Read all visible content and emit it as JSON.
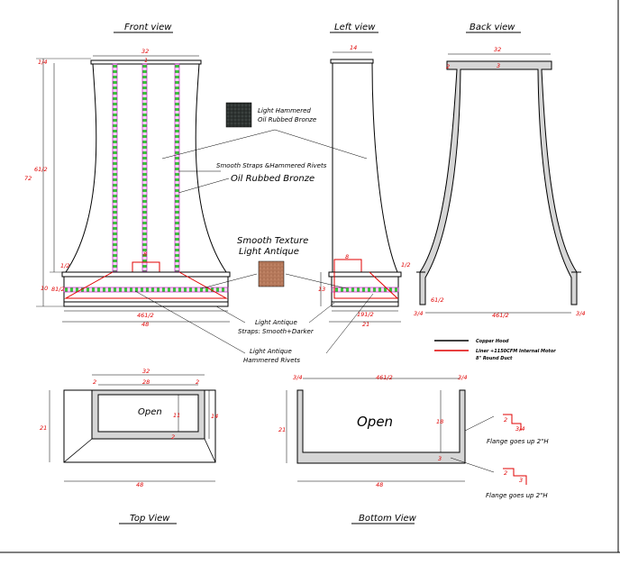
{
  "views": {
    "front": "Front view",
    "left": "Left view",
    "back": "Back view",
    "top": "Top View",
    "bottom": "Bottom View"
  },
  "labels": {
    "finish_name_1": "Light Hammered",
    "finish_name_2": "Oil Rubbed Bronze",
    "straps_1": "Smooth Straps &Hammered Rivets",
    "straps_2": "Oil Rubbed Bronze",
    "texture_1": "Smooth Texture",
    "texture_2": "Light Antique",
    "antique_straps_1": "Light Antique",
    "antique_straps_2": "Straps: Smooth+Darker",
    "antique_rivets_1": "Light Antique",
    "antique_rivets_2": "Hammered Rivets",
    "open": "Open",
    "flange_1": "Flange goes up 2\"H",
    "flange_2": "Flange goes up 2\"H"
  },
  "legend": {
    "copper": "Copper Hood",
    "liner_1": "Liner +1150CFM Internal Motor",
    "liner_2": "8\" Round Duct"
  },
  "dims": {
    "front_top": "32",
    "front_top_small": "1",
    "front_height_top": "1/4",
    "front_height_main": "61/2",
    "front_height_total": "72",
    "front_collar": "8",
    "front_lower_small": "1/2",
    "front_band": "10",
    "front_band_inner": "81/2",
    "front_base_inner": "461/2",
    "front_base": "48",
    "left_top": "14",
    "left_collar": "8",
    "left_lower_small": "1/2",
    "left_band": "13",
    "left_base_inner": "191/2",
    "left_base": "21",
    "back_top": "32",
    "back_top_thick": "3",
    "back_side": "2",
    "back_low_inner": "61/2",
    "back_low_left": "3/4",
    "back_base_inner": "461/2",
    "back_low_right": "3/4",
    "top_width": "32",
    "top_inner_width": "28",
    "top_side_l": "2",
    "top_side_r": "2",
    "top_open_h": "11",
    "top_front": "2",
    "top_side_h": "14",
    "top_depth": "21",
    "top_base": "48",
    "bot_left_thk": "3/4",
    "bot_inner": "461/2",
    "bot_right_thk": "3/4",
    "bot_depth": "21",
    "bot_open_h": "18",
    "bot_base_thk": "3",
    "bot_base": "48",
    "flange_a1": "2",
    "flange_a2": "3/4",
    "flange_b1": "2",
    "flange_b2": "3"
  },
  "colors": {
    "dim": "#e00000",
    "strap_pink": "#e000e0",
    "rivet_green": "#39c639",
    "liner_red": "#e00000",
    "copper_swatch": "#b5785a",
    "bronze_swatch": "#2e3331",
    "panel_gray": "#d6d6d6"
  }
}
